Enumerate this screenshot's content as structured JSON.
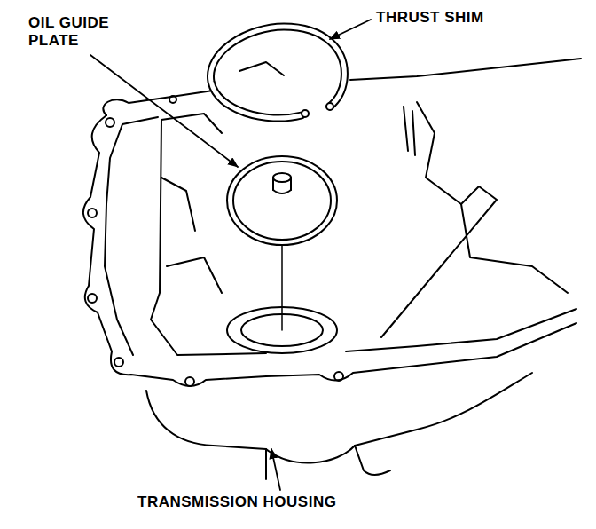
{
  "diagram": {
    "labels": [
      "OIL GUIDE PLATE",
      "THRUST SHIM",
      "TRANSMISSION HOUSING"
    ]
  }
}
